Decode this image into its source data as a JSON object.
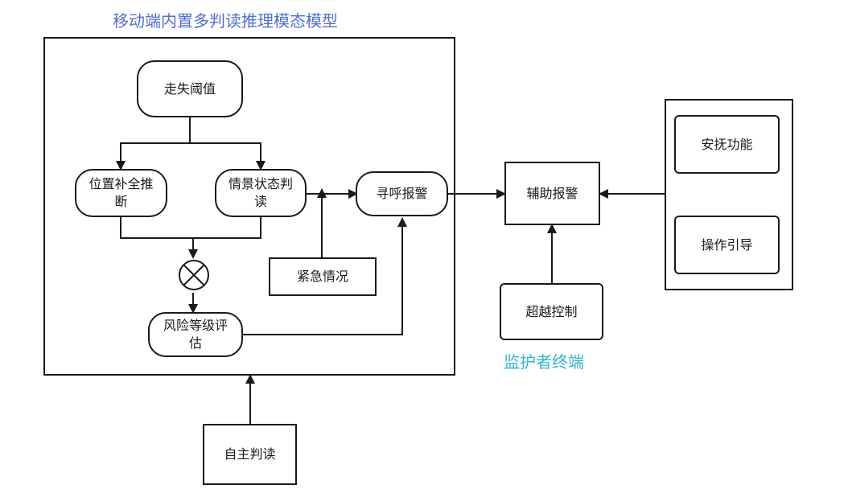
{
  "diagram": {
    "model_title": "移动端内置多判读推理模态模型",
    "monitor_title": "监护者终端",
    "colors": {
      "model_title": "#4f6fdc",
      "monitor_title": "#2fb8c8",
      "line": "#1a1a1a"
    },
    "nodes": {
      "walk_threshold": "走失阈值",
      "position_infer": "位置补全推\n断",
      "scene_judge": "情景状态判\n读",
      "call_alarm": "寻呼报警",
      "emergency": "紧急情况",
      "risk_assess": "风险等级评\n估",
      "assist_alarm": "辅助报警",
      "override": "超越控制",
      "soothe": "安抚功能",
      "guide": "操作引导",
      "auto_judge": "自主判读"
    }
  }
}
